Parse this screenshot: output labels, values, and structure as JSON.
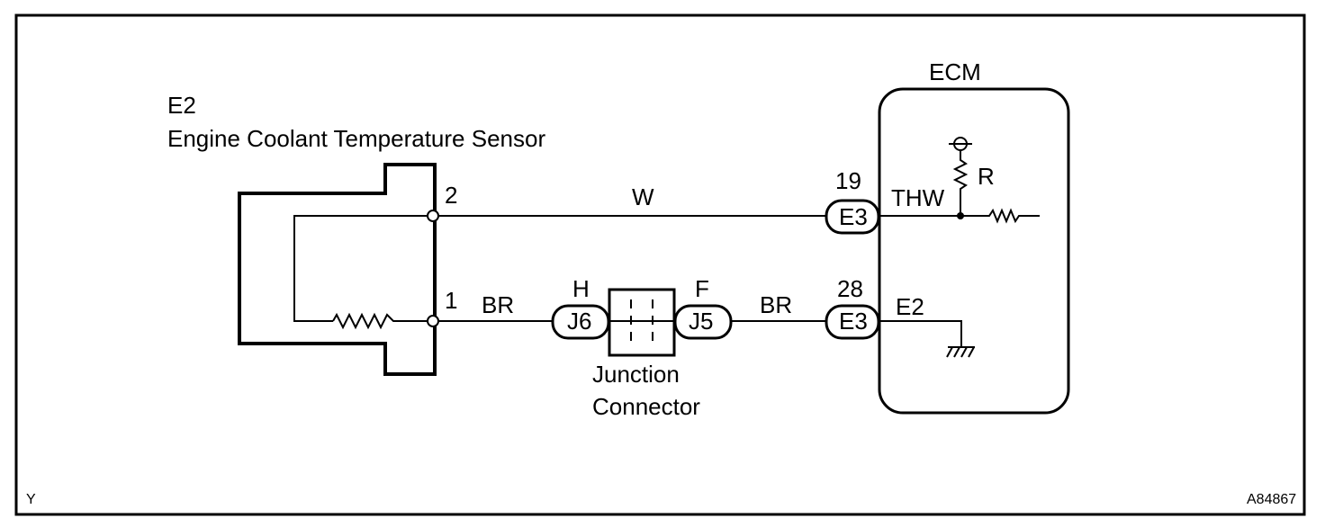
{
  "sensor": {
    "code": "E2",
    "name": "Engine Coolant Temperature Sensor",
    "pin_top": "2",
    "pin_bottom": "1"
  },
  "ecm": {
    "title": "ECM",
    "pin_thw_number": "19",
    "pin_thw_connector": "E3",
    "pin_thw_signal": "THW",
    "pin_e2_number": "28",
    "pin_e2_connector": "E3",
    "pin_e2_signal": "E2",
    "resistor_label": "R"
  },
  "wires": {
    "top_color": "W",
    "bottom_left_color": "BR",
    "bottom_right_color": "BR"
  },
  "junction": {
    "left_connector": "J6",
    "left_pin": "H",
    "right_connector": "J5",
    "right_pin": "F",
    "label_line1": "Junction",
    "label_line2": "Connector"
  },
  "footer": {
    "left_code": "Y",
    "right_code": "A84867"
  }
}
